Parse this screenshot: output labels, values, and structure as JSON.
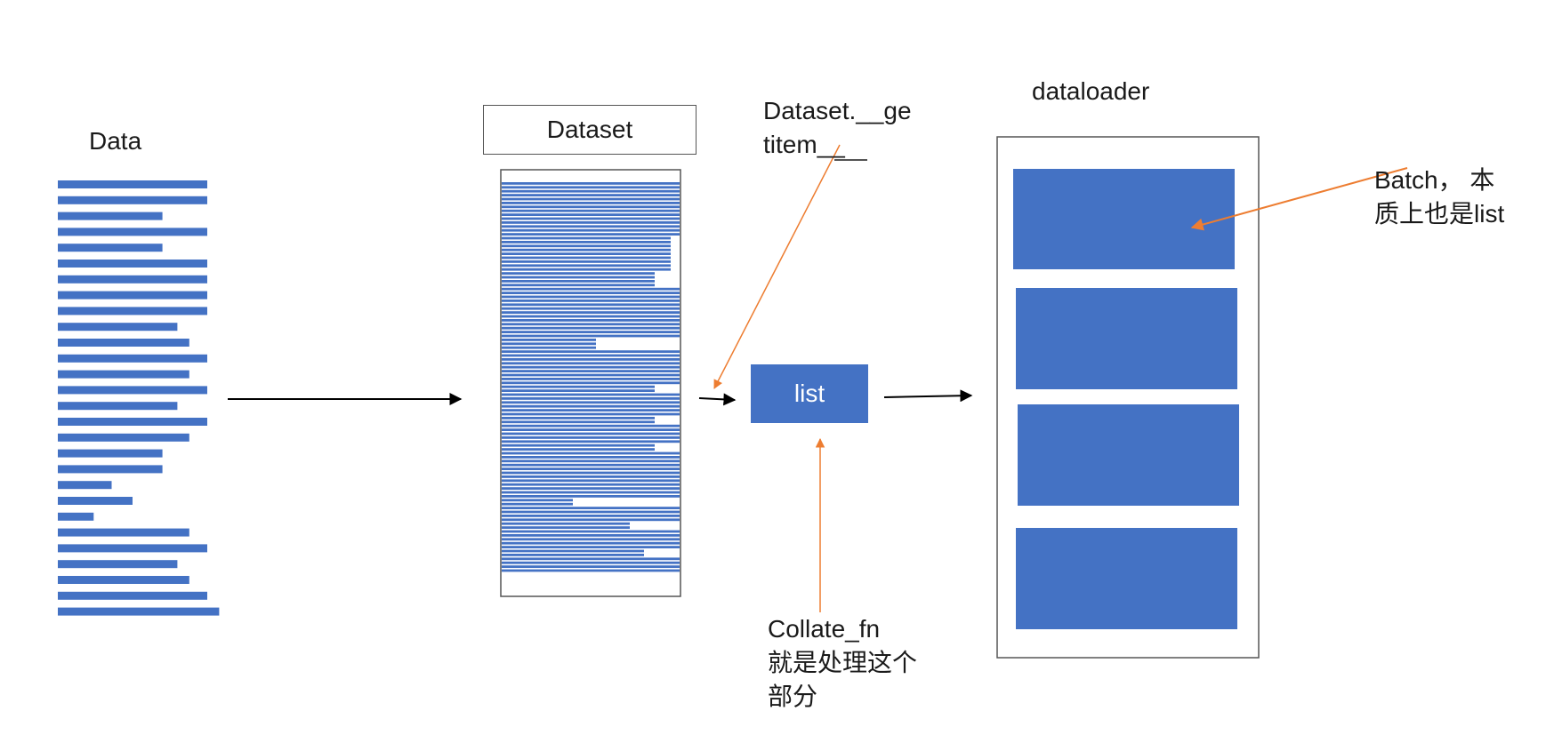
{
  "labels": {
    "data": "Data",
    "dataset": "Dataset",
    "getitem": "Dataset.__ge\ntitem__",
    "list": "list",
    "collate": "Collate_fn\n就是处理这个\n部分",
    "dataloader": "dataloader",
    "batch": "Batch， 本\n质上也是list"
  },
  "colors": {
    "block": "#4472c4",
    "arrow": "#000000",
    "annotation_arrow": "#ed7d31",
    "border": "#555555"
  },
  "data_rows": [
    1,
    1,
    0.7,
    1,
    0.7,
    1,
    1,
    1,
    1,
    0.8,
    0.88,
    1,
    0.88,
    1,
    0.8,
    1,
    0.88,
    0.7,
    0.7,
    0.36,
    0.5,
    0.24,
    0.88,
    1,
    0.8,
    0.88,
    1,
    1.08
  ],
  "dataset_rows": [
    1,
    1,
    1,
    1,
    1,
    1,
    1,
    1,
    1,
    1,
    1,
    1,
    1,
    1,
    0.95,
    0.95,
    0.95,
    0.95,
    0.95,
    0.95,
    0.95,
    0.95,
    0.95,
    0.86,
    0.86,
    0.86,
    0.86,
    1,
    1,
    1,
    1,
    1,
    1,
    1,
    1,
    1,
    1,
    1,
    1,
    1,
    0.53,
    0.53,
    0.53,
    1,
    1,
    1,
    1,
    1,
    1,
    1,
    1,
    1,
    0.86,
    0.86,
    1,
    1,
    1,
    1,
    1,
    1,
    0.86,
    0.86,
    1,
    1,
    1,
    1,
    1,
    0.86,
    0.86,
    1,
    1,
    1,
    1,
    1,
    1,
    1,
    1,
    1,
    1,
    1,
    1,
    0.4,
    0.4,
    1,
    1,
    1,
    1,
    0.72,
    0.72,
    1,
    1,
    1,
    1,
    1,
    0.8,
    0.8,
    1,
    1,
    1,
    1
  ],
  "batch_count": 4
}
